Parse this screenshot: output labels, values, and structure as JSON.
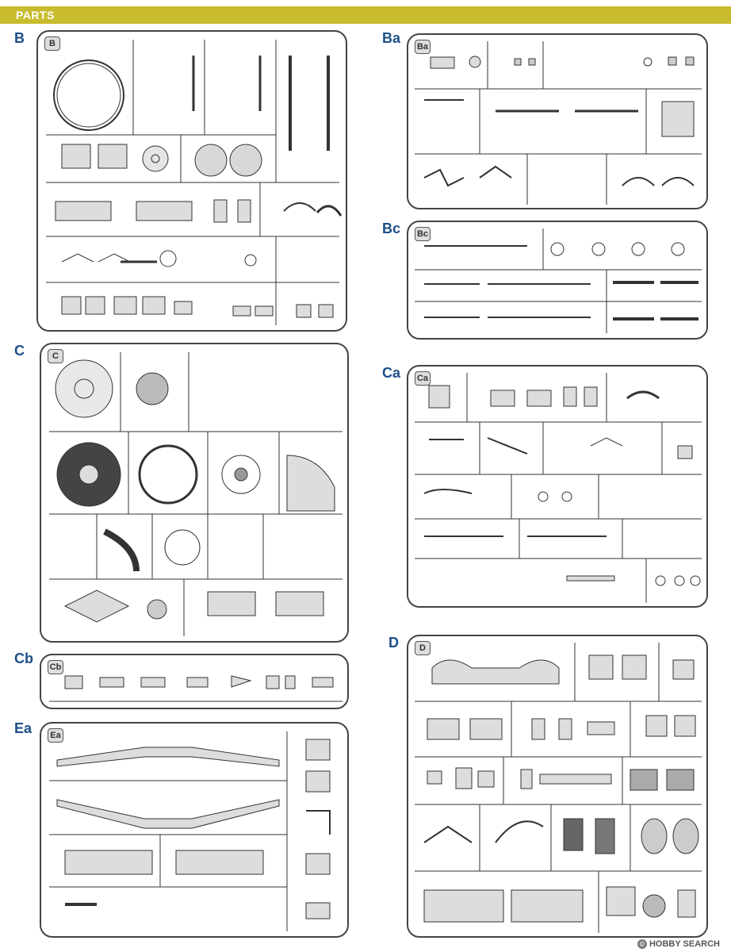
{
  "header": {
    "title": "PARTS"
  },
  "sprues": {
    "B": {
      "label": "B",
      "badge": "B"
    },
    "Ba": {
      "label": "Ba",
      "badge": "Ba"
    },
    "Bc": {
      "label": "Bc",
      "badge": "Bc"
    },
    "C": {
      "label": "C",
      "badge": "C"
    },
    "Ca": {
      "label": "Ca",
      "badge": "Ca"
    },
    "Cb": {
      "label": "Cb",
      "badge": "Cb"
    },
    "Ea": {
      "label": "Ea",
      "badge": "Ea"
    },
    "D": {
      "label": "D",
      "badge": "D"
    }
  },
  "watermark": {
    "text": "HOBBY SEARCH",
    "symbol": "©"
  }
}
